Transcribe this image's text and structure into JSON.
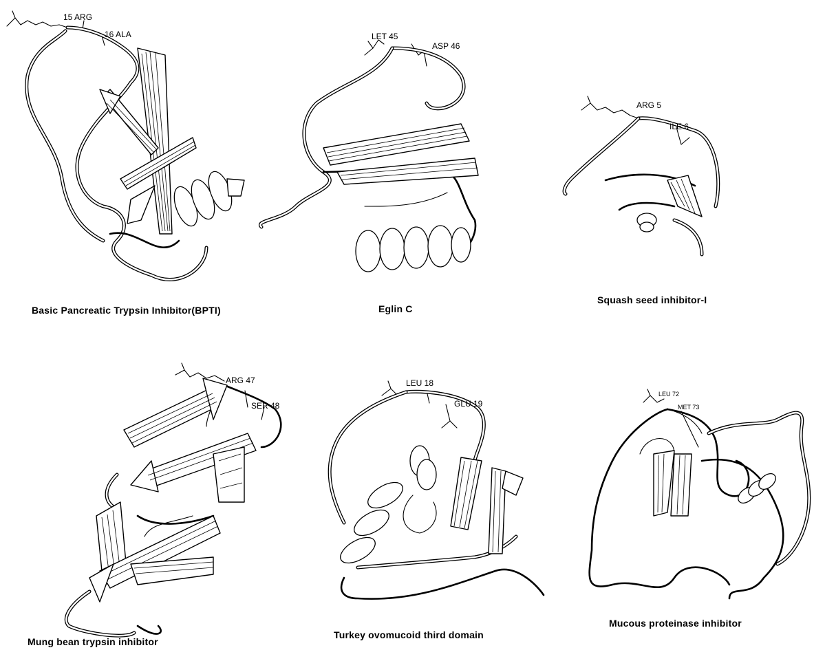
{
  "panels": [
    {
      "caption": "Basic Pancreatic Trypsin Inhibitor(BPTI)",
      "residues": [
        "15 ARG",
        "16 ALA"
      ]
    },
    {
      "caption": "Eglin C",
      "residues": [
        "LET 45",
        "ASP 46"
      ]
    },
    {
      "caption": "Squash seed inhibitor-I",
      "residues": [
        "ARG 5",
        "ILE 6"
      ]
    },
    {
      "caption": "Mung bean trypsin inhibitor",
      "residues": [
        "ARG 47",
        "SER 48"
      ]
    },
    {
      "caption": "Turkey ovomucoid third domain",
      "residues": [
        "LEU 18",
        "GLU 19"
      ]
    },
    {
      "caption": "Mucous proteinase inhibitor",
      "residues": [
        "LEU 72",
        "MET 73"
      ]
    }
  ]
}
